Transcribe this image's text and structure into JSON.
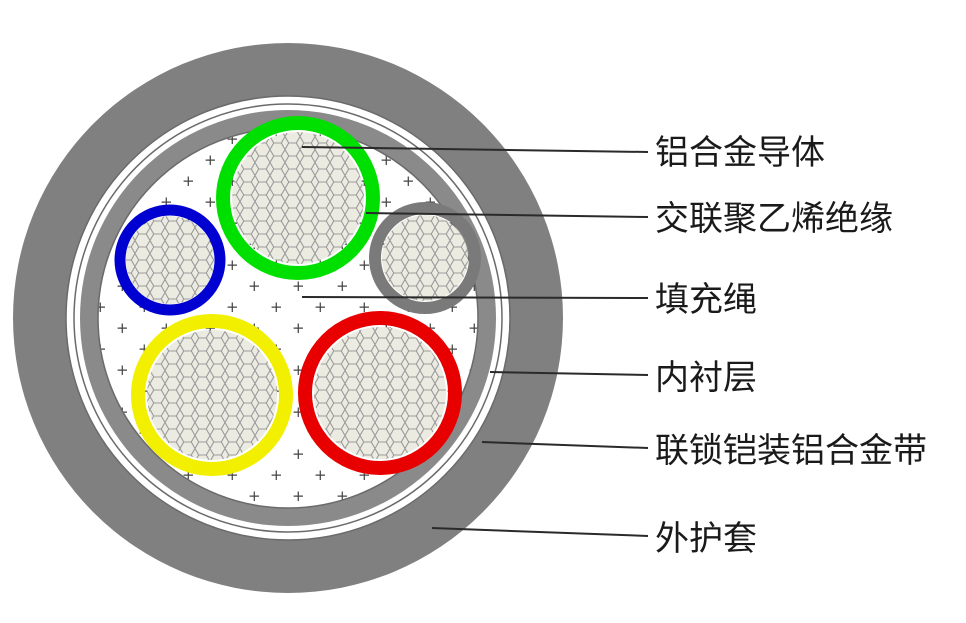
{
  "labels": {
    "conductor": "铝合金导体",
    "insulation": "交联聚乙烯绝缘",
    "filler": "填充绳",
    "inner_lining": "内衬层",
    "armor": "联锁铠装铝合金带",
    "outer_sheath": "外护套"
  },
  "colors": {
    "outer_sheath": "#808080",
    "armor": "#8a8a8a",
    "filler_fill": "#ffffff",
    "conductor_fill": "#ecebe2",
    "conductor_mesh": "#9b9b9b",
    "core_green": "#00e000",
    "core_blue": "#0000d0",
    "core_gray": "#7a7a7a",
    "core_yellow": "#f2ef00",
    "core_red": "#e80000",
    "leader": "#2a2a2a"
  }
}
